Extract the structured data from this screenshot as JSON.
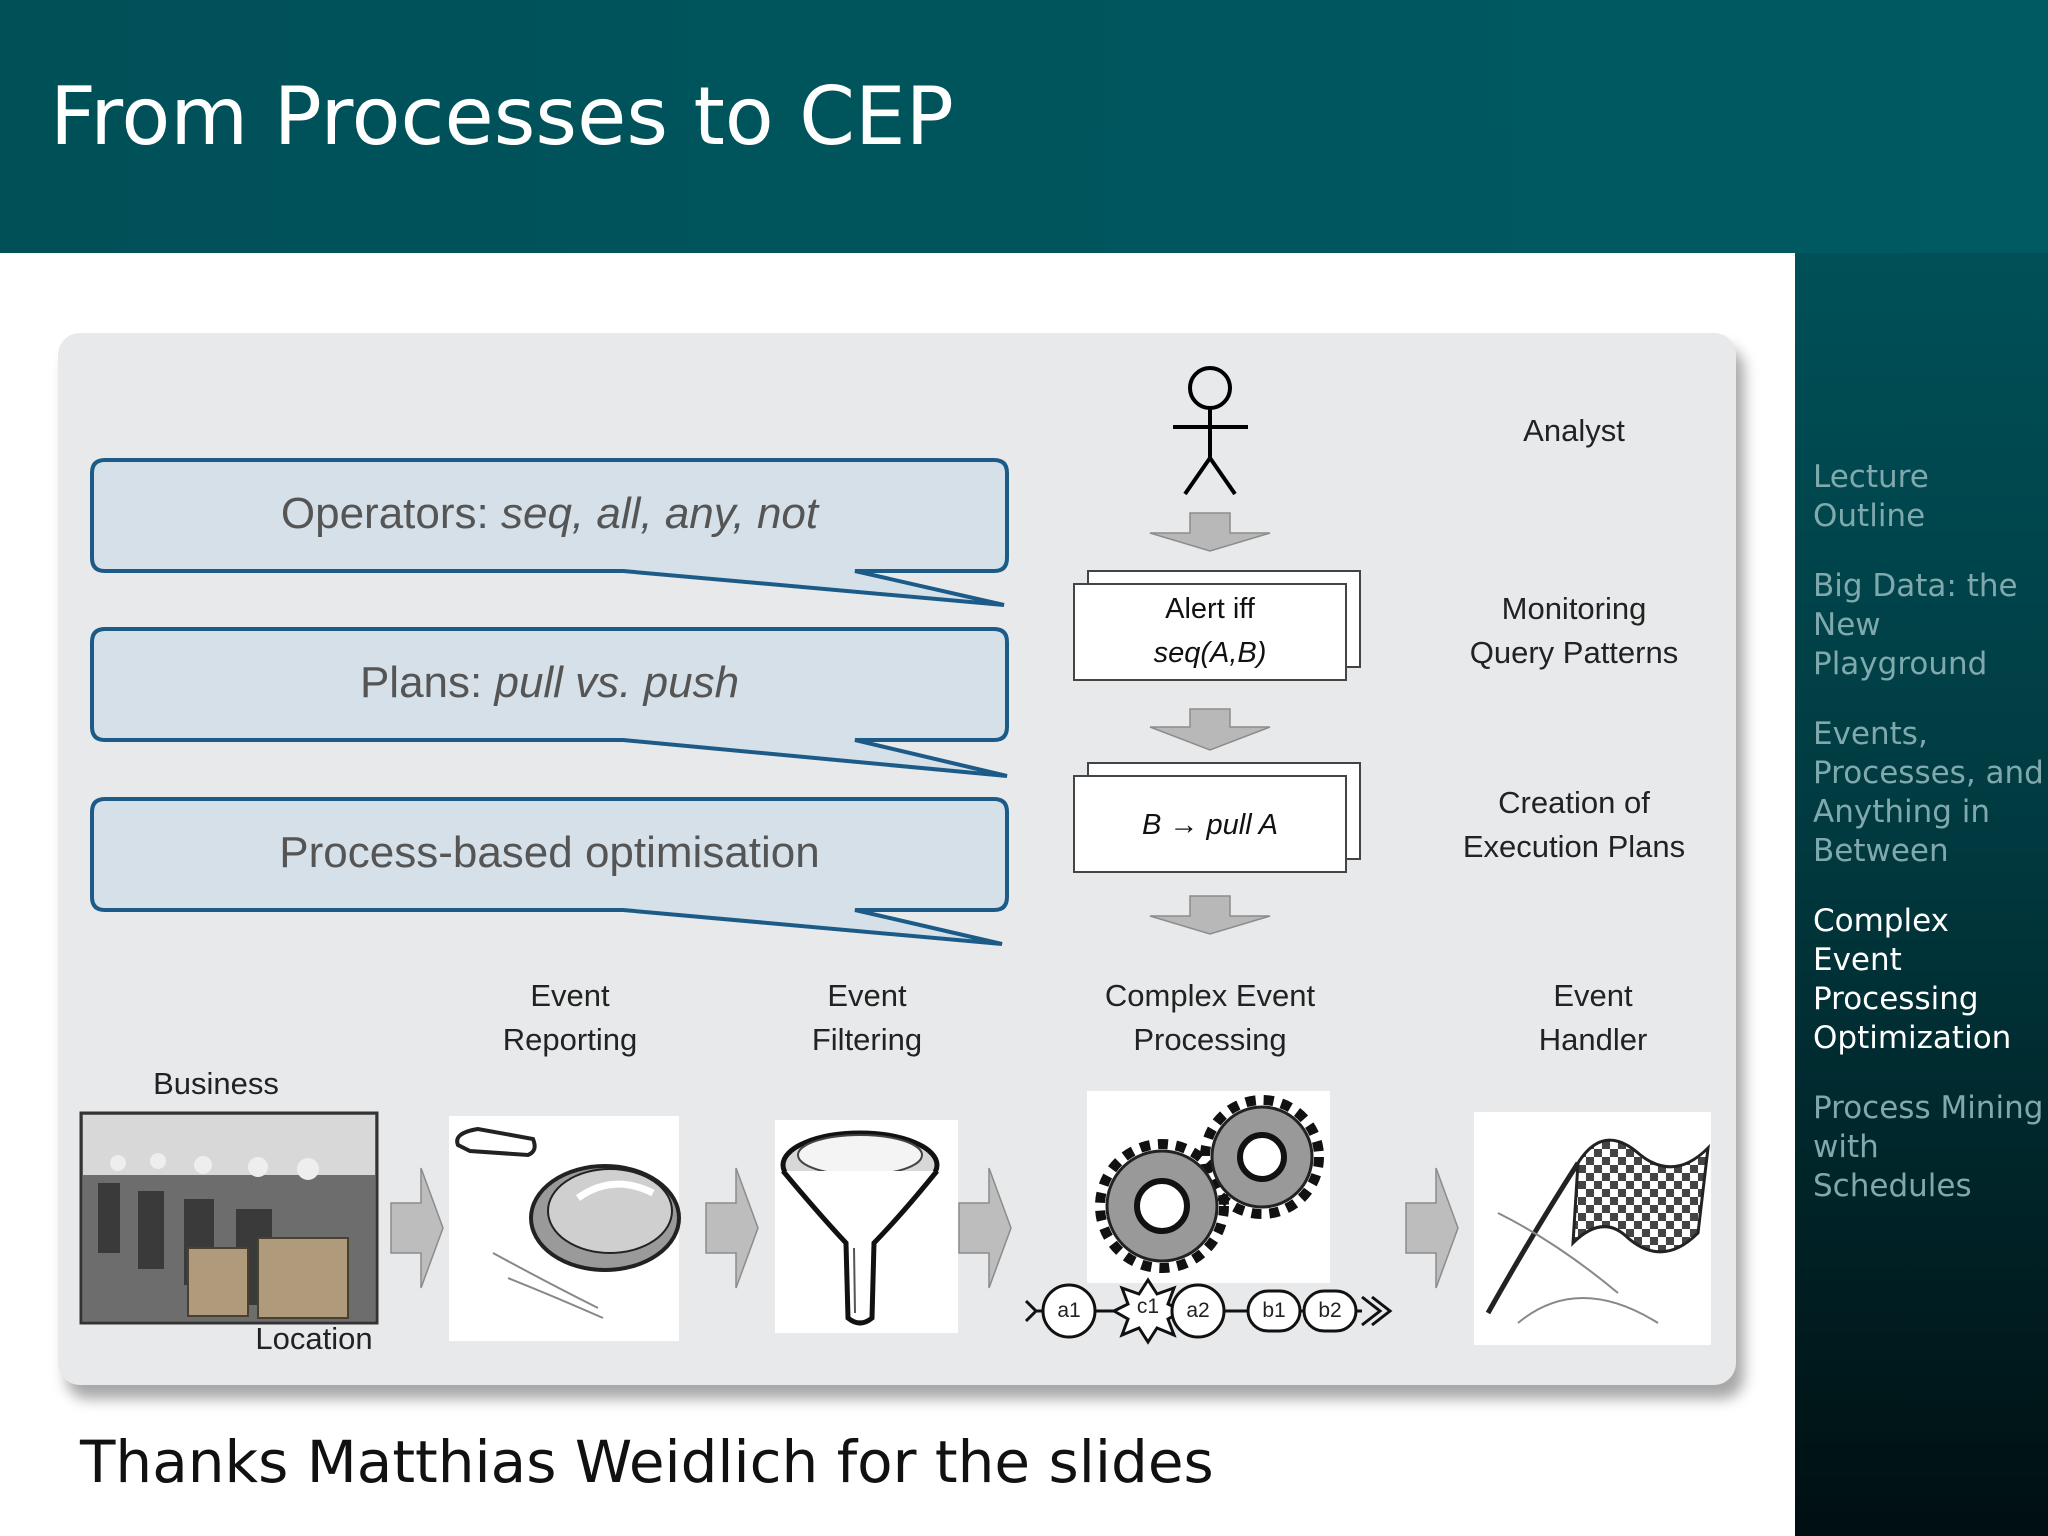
{
  "slide": {
    "title": "From Processes to CEP",
    "footer": "Thanks Matthias Weidlich for the slides"
  },
  "sidebar": {
    "items": [
      {
        "label": "Lecture Outline",
        "active": false
      },
      {
        "label": "Big Data: the New Playground",
        "active": false
      },
      {
        "label": "Events, Processes, and Anything in Between",
        "active": false
      },
      {
        "label": "Complex Event Processing Optimization",
        "active": true
      },
      {
        "label": "Process Mining with Schedules",
        "active": false
      }
    ]
  },
  "diagram": {
    "callouts": {
      "operators_prefix": "Operators: ",
      "operators_italic": "seq, all, any, not",
      "plans_prefix": "Plans: ",
      "plans_italic": "pull vs. push",
      "optimisation": "Process-based optimisation"
    },
    "analyst_label": "Analyst",
    "query": {
      "line1": "Alert iff",
      "line2": "seq(A,B)",
      "label_line1": "Monitoring",
      "label_line2": "Query Patterns"
    },
    "plan": {
      "text": "B → pull A",
      "label_line1": "Creation of",
      "label_line2": "Execution Plans"
    },
    "stages": {
      "business": "Business",
      "location": "Location",
      "reporting_line1": "Event",
      "reporting_line2": "Reporting",
      "filtering_line1": "Event",
      "filtering_line2": "Filtering",
      "cep_line1": "Complex Event",
      "cep_line2": "Processing",
      "handler_line1": "Event",
      "handler_line2": "Handler"
    },
    "event_stream": [
      "a1",
      "c1",
      "a2",
      "b1",
      "b2"
    ],
    "icons": [
      "stick-figure-icon",
      "down-arrow-icon",
      "right-arrow-icon",
      "office-photo",
      "frying-pan-icon",
      "funnel-icon",
      "gears-icon",
      "checkered-flag-icon"
    ],
    "colors": {
      "header_bg": "#005058",
      "callout_fill": "#d5e0e8",
      "callout_border": "#1c5b88",
      "panel_bg": "#e8e9ea",
      "arrow_gray": "#b8b8b8"
    }
  }
}
